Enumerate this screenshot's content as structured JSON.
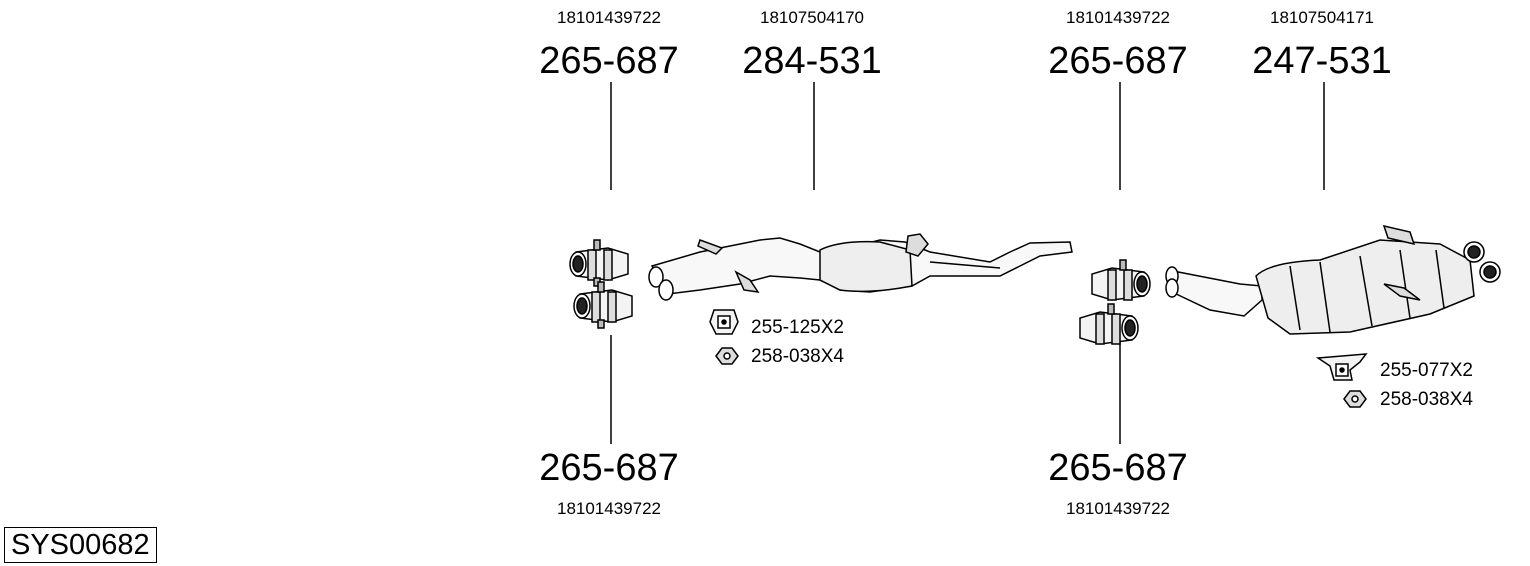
{
  "system_code": "SYS00682",
  "callouts": [
    {
      "part": "265-687",
      "ref": "18101439722",
      "position": "top"
    },
    {
      "part": "284-531",
      "ref": "18107504170",
      "position": "top"
    },
    {
      "part": "265-687",
      "ref": "18101439722",
      "position": "top"
    },
    {
      "part": "247-531",
      "ref": "18107504171",
      "position": "top"
    },
    {
      "part": "265-687",
      "ref": "18101439722",
      "position": "bottom"
    },
    {
      "part": "265-687",
      "ref": "18101439722",
      "position": "bottom"
    }
  ],
  "hardware": [
    {
      "label": "255-125X2",
      "icon": "rubber-hanger-icon"
    },
    {
      "label": "258-038X4",
      "icon": "nut-icon"
    },
    {
      "label": "255-077X2",
      "icon": "rubber-hanger-icon"
    },
    {
      "label": "258-038X4",
      "icon": "nut-icon"
    }
  ]
}
